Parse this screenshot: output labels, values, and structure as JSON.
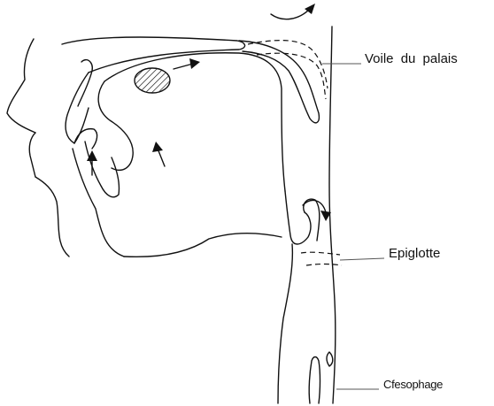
{
  "labels": {
    "voile_du_palais": "Voile du palais",
    "epiglotte": "Epiglotte",
    "oesophage": "Cfesophage"
  },
  "colors": {
    "ink": "#111111",
    "background": "#ffffff"
  }
}
